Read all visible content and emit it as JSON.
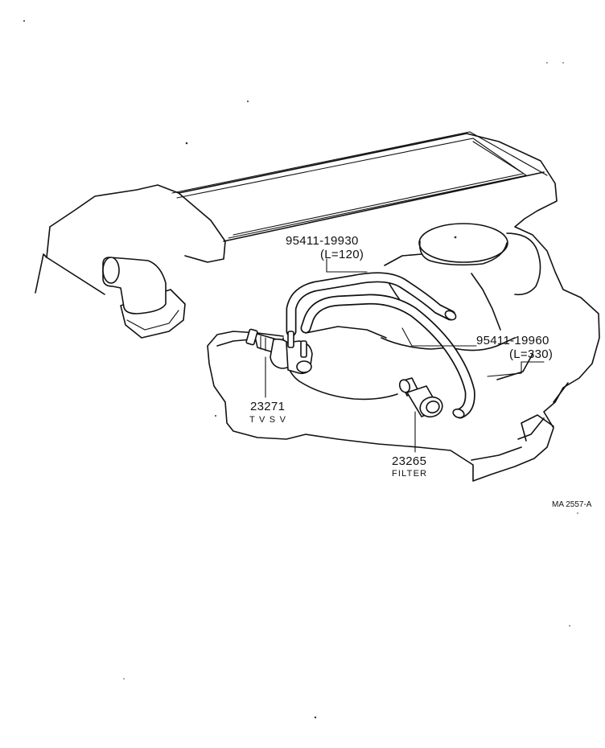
{
  "diagram": {
    "parts": [
      {
        "number": "95411-19930",
        "spec": "(L=120)"
      },
      {
        "number": "95411-19960",
        "spec": "(L=330)"
      },
      {
        "number": "23271",
        "spec": "T V S V"
      },
      {
        "number": "23265",
        "spec": "FILTER"
      }
    ],
    "reference_code": "MA 2557-A"
  }
}
